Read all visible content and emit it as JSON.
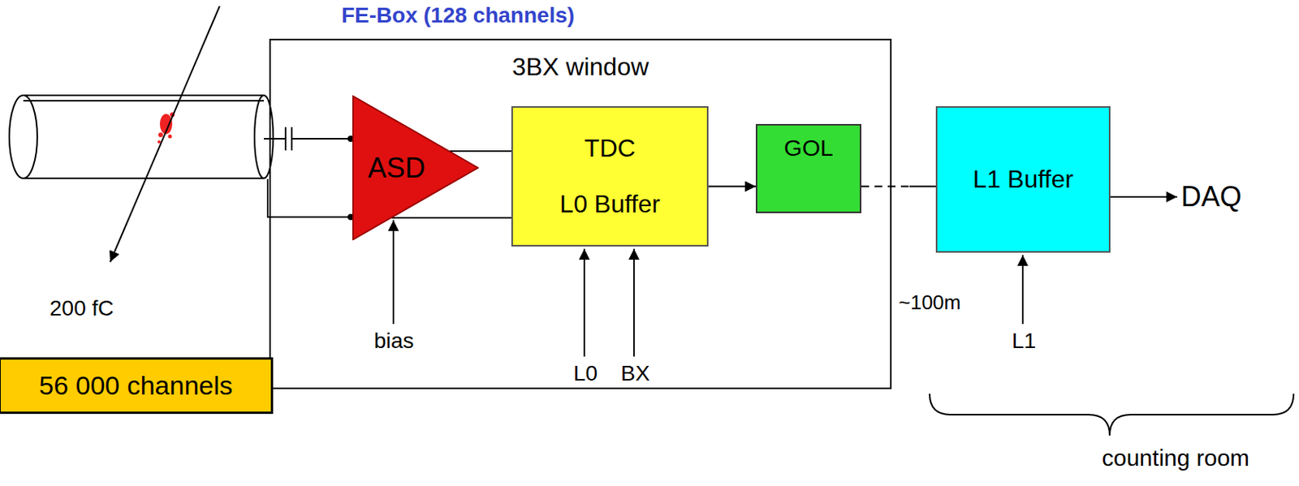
{
  "diagram": {
    "nodes": [
      {
        "text": [
          "FE-Box (128 channels)",
          "3BX window"
        ]
      },
      {
        "text": [
          "ASD"
        ],
        "in": 0
      },
      {
        "text": [
          "TDC",
          "L0 Buffer"
        ],
        "in": 0
      },
      {
        "text": [
          "GOL"
        ],
        "in": 0
      },
      {
        "text": [
          "L1 Buffer"
        ]
      },
      {
        "text": [
          "56 000 channels"
        ]
      }
    ],
    "edges": [
      {
        "from": 1,
        "to": 2,
        "arrow": "none"
      },
      {
        "from": 1,
        "to": 2,
        "arrow": "none"
      },
      {
        "from": 2,
        "to": 3,
        "arrow": "to"
      },
      {
        "from": 3,
        "to": 4,
        "arrow": "none"
      }
    ],
    "labels": [
      "200 fC",
      "bias",
      "L0",
      "BX",
      "~100m",
      "L1",
      "DAQ",
      "counting room"
    ]
  }
}
